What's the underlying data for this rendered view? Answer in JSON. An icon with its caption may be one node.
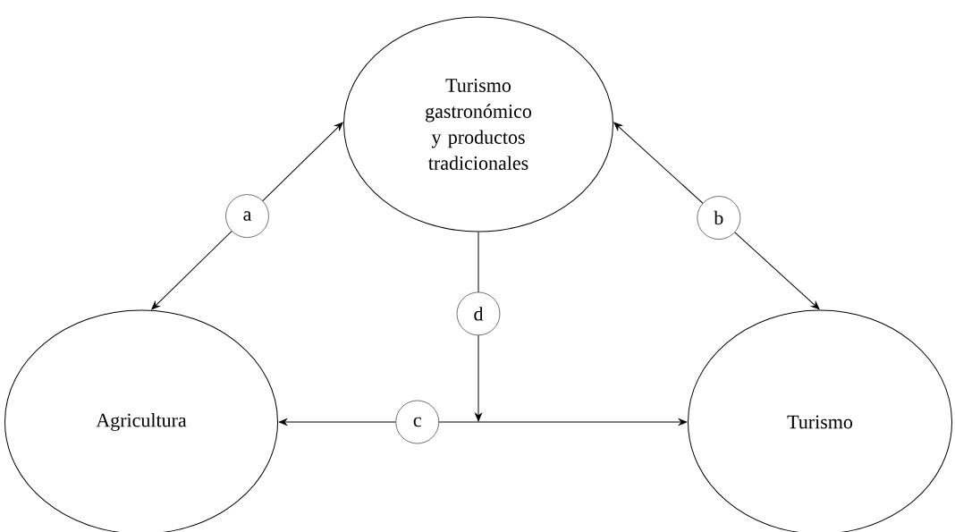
{
  "diagram": {
    "nodes": [
      {
        "text": [
          "Turismo gastronómico y productos tradicionales"
        ]
      },
      {
        "text": [
          "Agricultura"
        ]
      },
      {
        "text": [
          "Turismo"
        ]
      }
    ],
    "edges": [
      {
        "from": 0,
        "to": 1,
        "arrow": "both",
        "label": "a"
      },
      {
        "from": 0,
        "to": 2,
        "arrow": "both",
        "label": "b"
      },
      {
        "from": 1,
        "to": 2,
        "arrow": "both",
        "label": "c"
      },
      {
        "from": 0,
        "to": null,
        "arrow": "to",
        "label": "d"
      }
    ]
  }
}
